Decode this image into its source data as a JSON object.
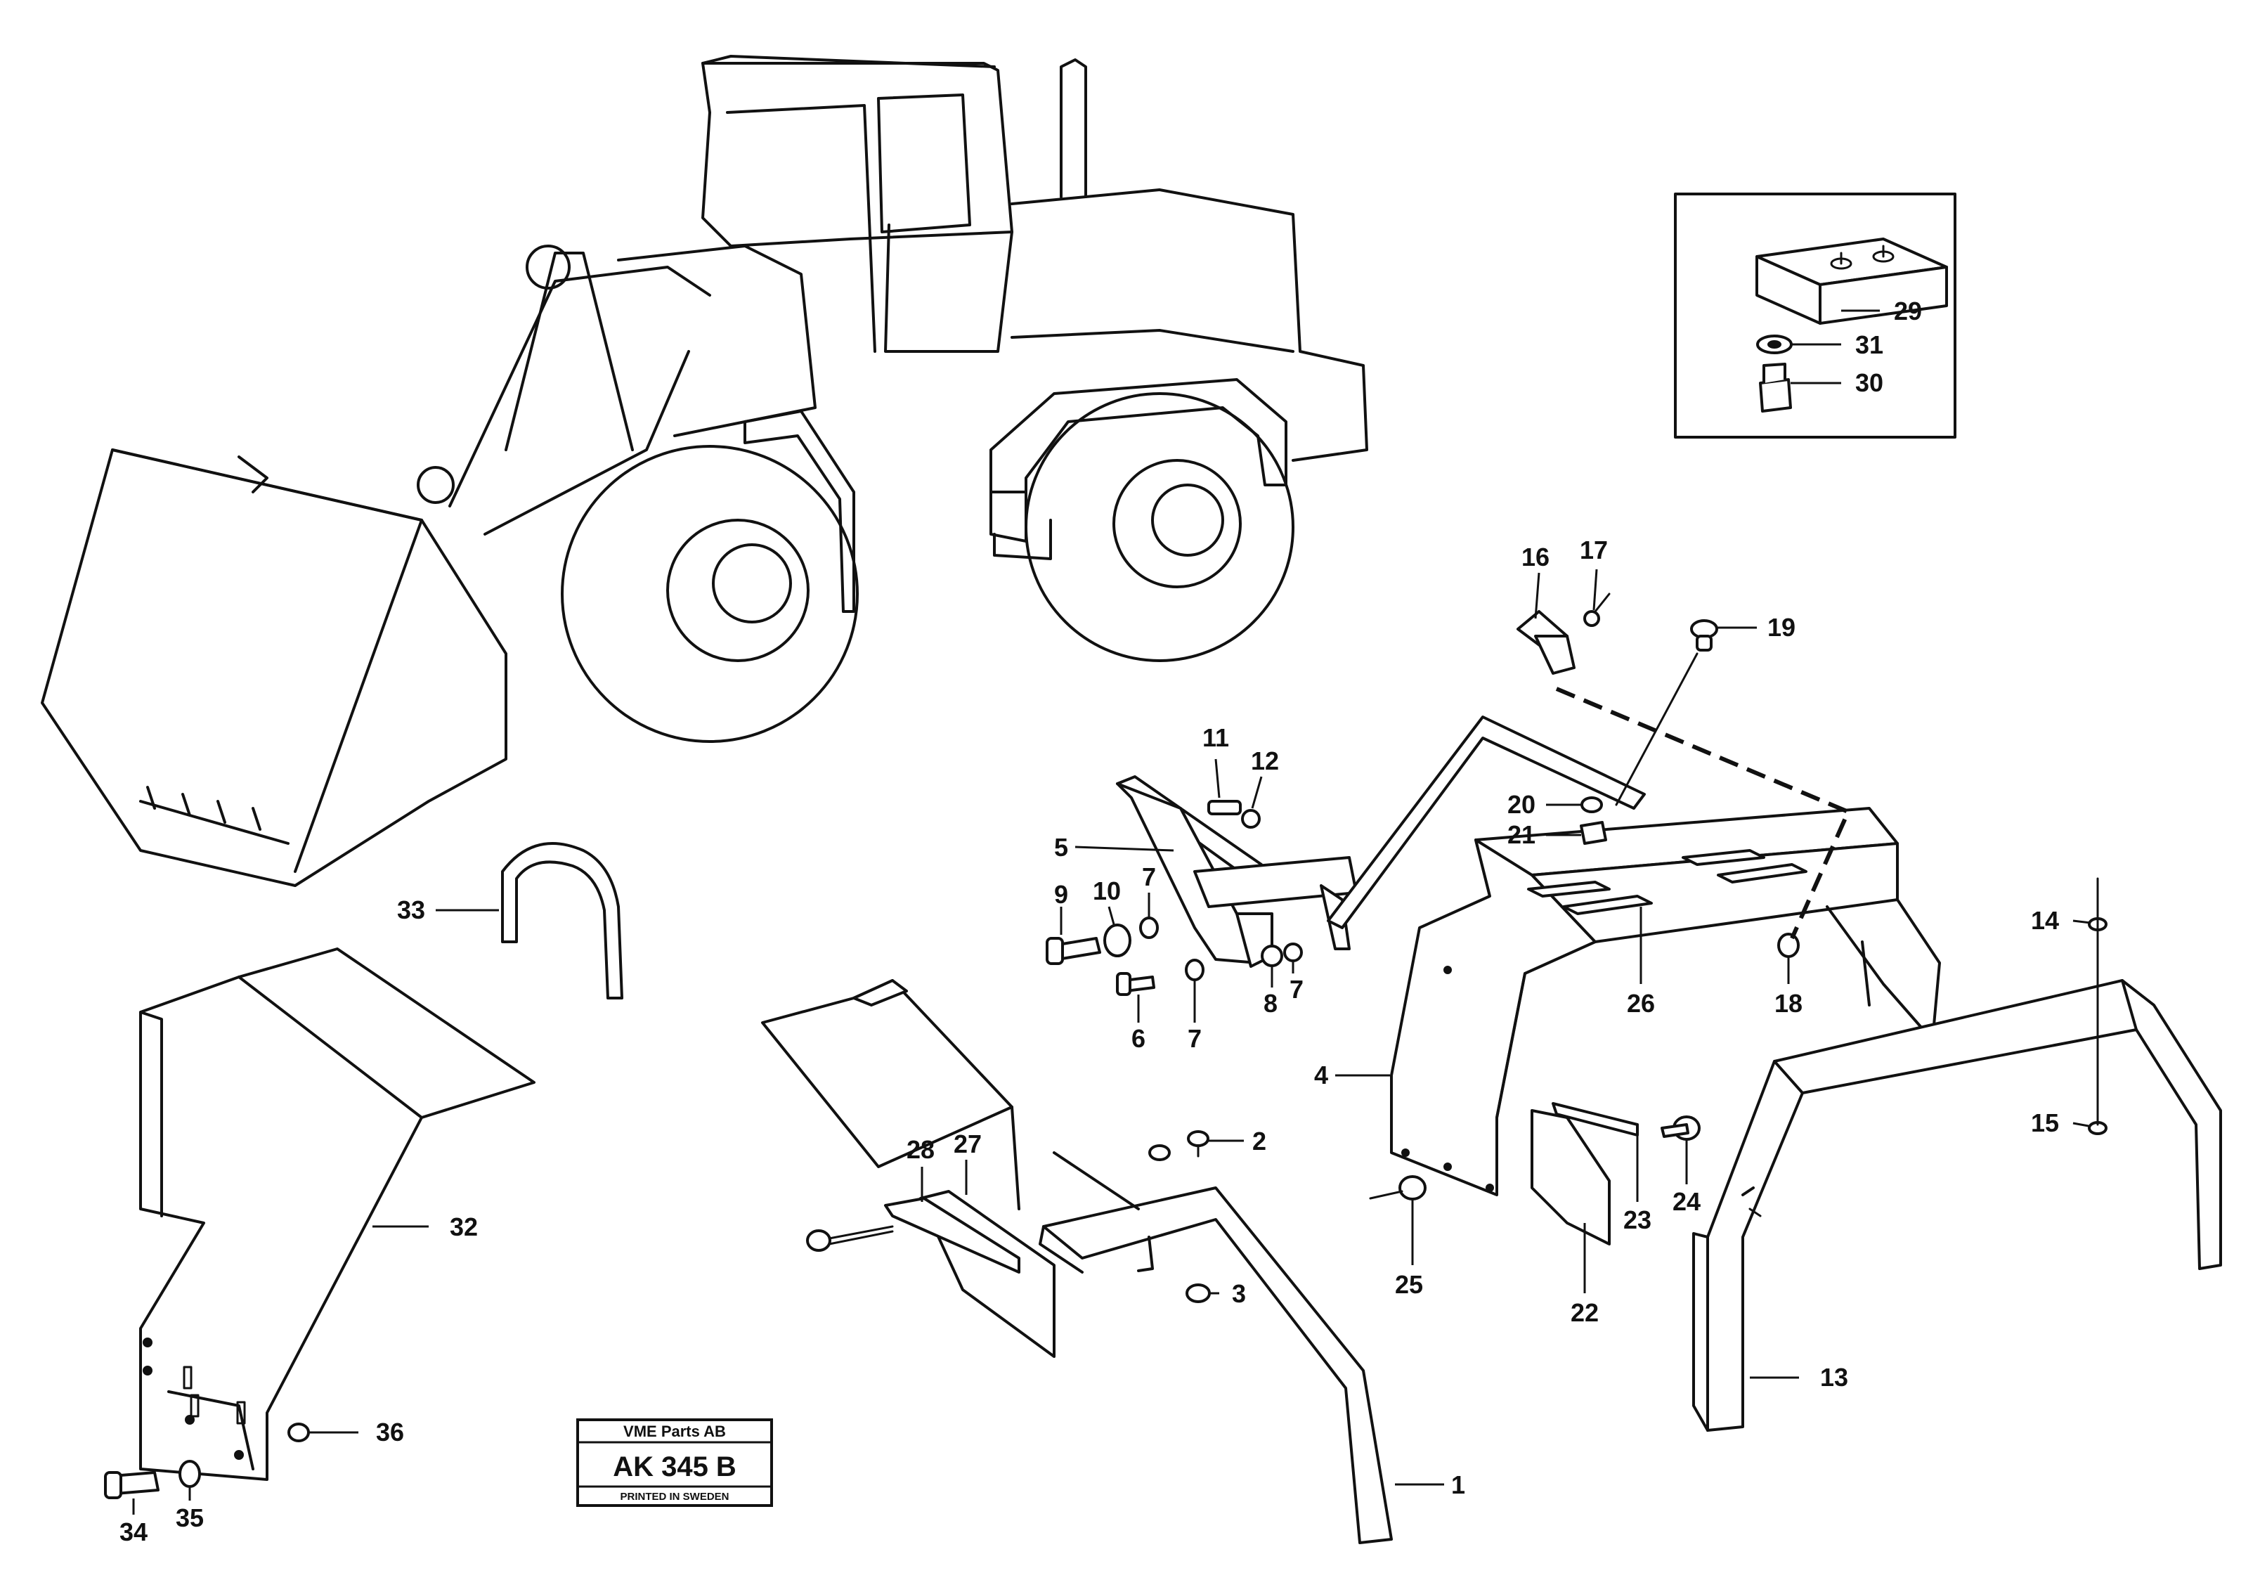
{
  "title_block": {
    "company": "VME Parts AB",
    "code": "AK 345 B",
    "printed": "PRINTED IN SWEDEN"
  },
  "callouts": {
    "c1": "1",
    "c2": "2",
    "c3": "3",
    "c4": "4",
    "c5": "5",
    "c6": "6",
    "c7a": "7",
    "c7b": "7",
    "c7c": "7",
    "c8": "8",
    "c9": "9",
    "c10": "10",
    "c11": "11",
    "c12": "12",
    "c13": "13",
    "c14": "14",
    "c15": "15",
    "c16": "16",
    "c17": "17",
    "c18": "18",
    "c19": "19",
    "c20": "20",
    "c21": "21",
    "c22": "22",
    "c23": "23",
    "c24": "24",
    "c25": "25",
    "c26": "26",
    "c27": "27",
    "c28": "28",
    "c29": "29",
    "c30": "30",
    "c31": "31",
    "c32": "32",
    "c33": "33",
    "c34": "34",
    "c35": "35",
    "c36": "36"
  }
}
